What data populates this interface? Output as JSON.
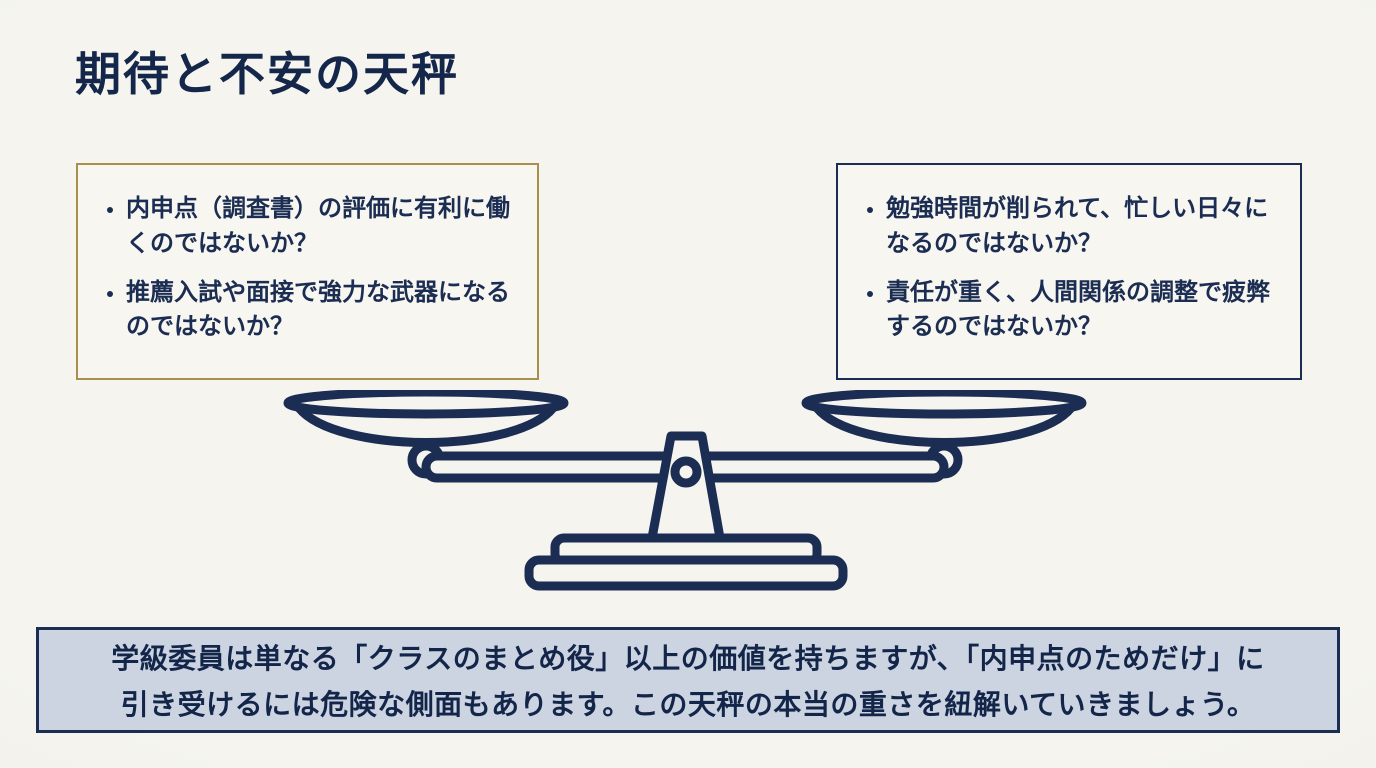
{
  "slide": {
    "title": "期待と不安の天秤",
    "expectations_box": {
      "items": [
        "内申点（調査書）の評価に有利に働くのではないか？",
        "推薦入試や面接で強力な武器になるのではないか？"
      ]
    },
    "anxieties_box": {
      "items": [
        "勉強時間が削られて、忙しい日々になるのではないか？",
        "責任が重く、人間関係の調整で疲弊するのではないか？"
      ]
    },
    "footer": {
      "line1": "学級委員は単なる「クラスのまとめ役」以上の価値を持ちますが、「内申点のためだけ」に",
      "line2": "引き受けるには危険な側面もあります。この天秤の本当の重さを紐解いていきましょう。"
    },
    "icons": {
      "scale": "balance-scale-icon"
    },
    "colors": {
      "background": "#f5f4ee",
      "ink": "#1b2d52",
      "gold_border": "#a98f4e",
      "banner_background": "#ccd4e1"
    }
  }
}
